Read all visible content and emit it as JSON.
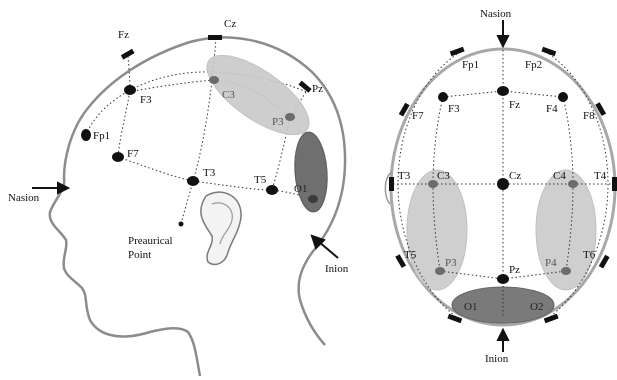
{
  "side_view": {
    "labels": {
      "fz": "Fz",
      "cz": "Cz",
      "pz": "Pz",
      "f3": "F3",
      "fp1": "Fp1",
      "f7": "F7",
      "c3": "C3",
      "p3": "P3",
      "t3": "T3",
      "t5": "T5",
      "o1": "O1",
      "nasion": "Nasion",
      "inion": "Inion",
      "preauricular_1": "Preaurical",
      "preauricular_2": "Point"
    }
  },
  "top_view": {
    "labels": {
      "nasion": "Nasion",
      "inion": "Inion",
      "fp1": "Fp1",
      "fp2": "Fp2",
      "f7": "F7",
      "f3": "F3",
      "fz": "Fz",
      "f4": "F4",
      "f8": "F8",
      "t3": "T3",
      "c3": "C3",
      "cz": "Cz",
      "c4": "C4",
      "t4": "T4",
      "t5": "T5",
      "p3": "P3",
      "pz": "Pz",
      "p4": "P4",
      "t6": "T6",
      "o1": "O1",
      "o2": "O2"
    }
  },
  "colors": {
    "highlight_light": "#cfcfcf",
    "highlight_dark": "#7a7a7a",
    "electrode": "#111111",
    "outline": "#a8a8a8"
  }
}
